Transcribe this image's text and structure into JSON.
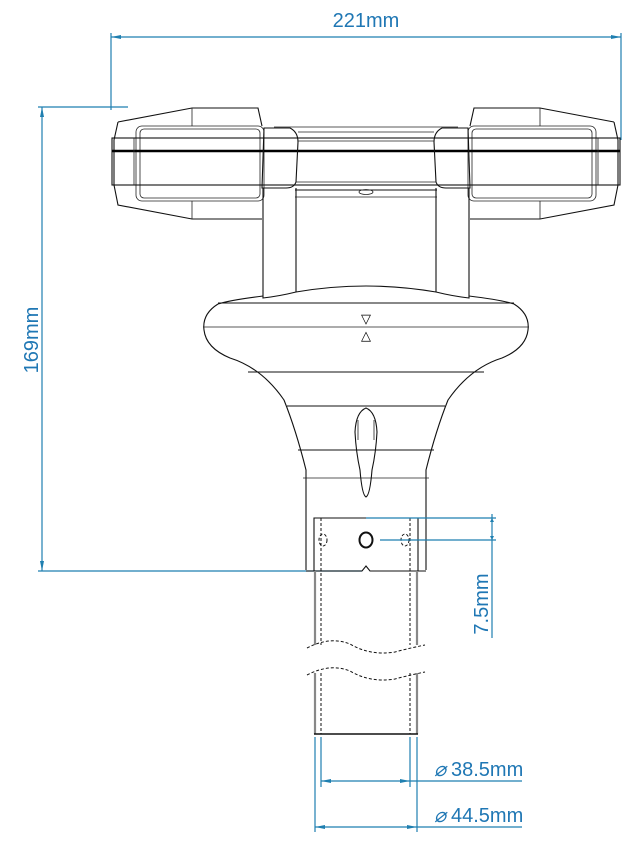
{
  "diagram": {
    "type": "technical-dimension-drawing",
    "subject": "sensor head with mounting pole",
    "line_color": "#111111",
    "dimension_color": "#1f7fb0",
    "dimensions": {
      "width": {
        "label": "221mm",
        "value": 221,
        "unit": "mm",
        "orientation": "horizontal"
      },
      "height": {
        "label": "169mm",
        "value": 169,
        "unit": "mm",
        "orientation": "vertical"
      },
      "hole_offset": {
        "label": "7.5mm",
        "value": 7.5,
        "unit": "mm",
        "orientation": "vertical"
      },
      "inner_diameter": {
        "label": "38.5mm",
        "value": 38.5,
        "unit": "mm",
        "symbol": "⌀"
      },
      "outer_diameter": {
        "label": "44.5mm",
        "value": 44.5,
        "unit": "mm",
        "symbol": "⌀"
      }
    },
    "markers": {
      "alignment_down": "▽",
      "alignment_up": "△"
    }
  }
}
